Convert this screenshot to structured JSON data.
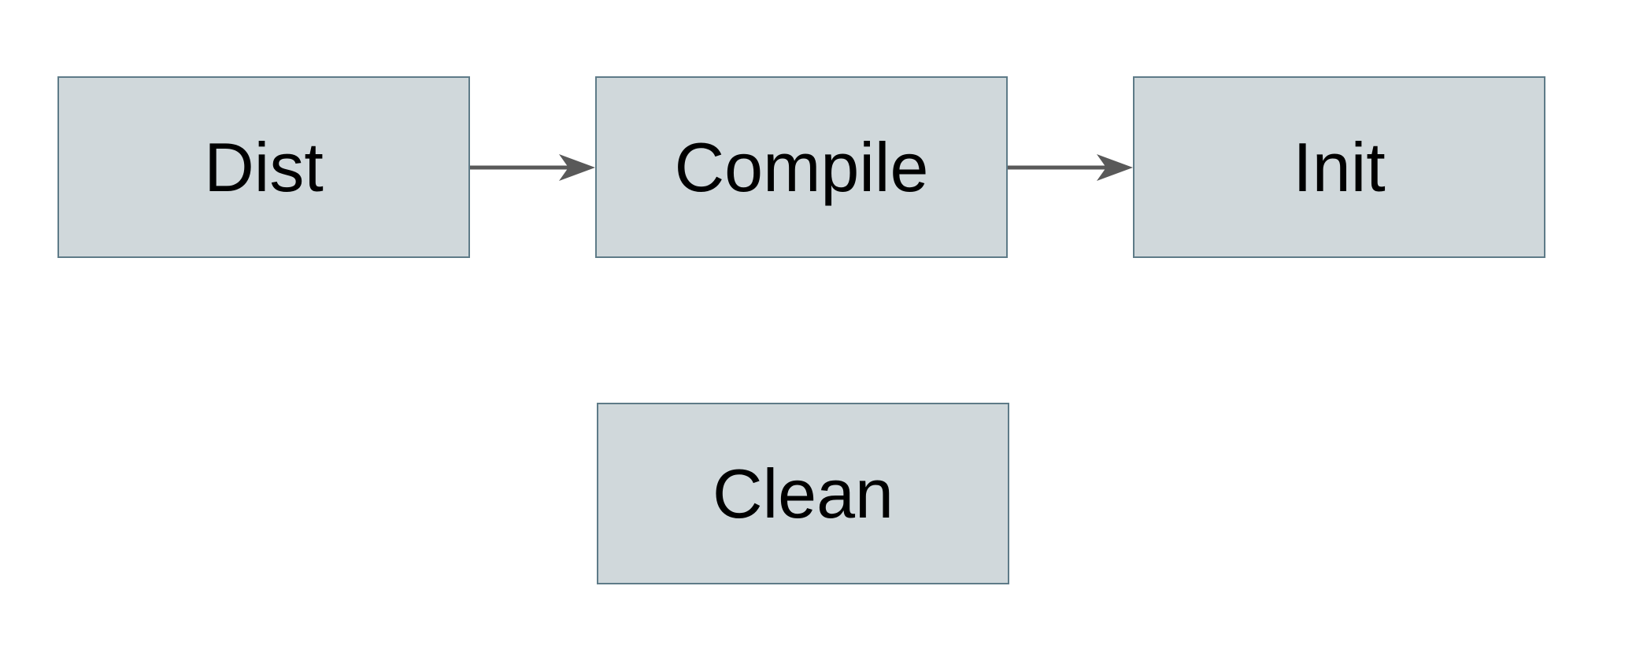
{
  "diagram": {
    "type": "flowchart",
    "background_color": "#ffffff",
    "node_fill_color": "#d0d8db",
    "node_border_color": "#5e7b88",
    "arrow_color": "#595959",
    "text_color": "#000000",
    "nodes": [
      {
        "id": "dist",
        "label": "Dist"
      },
      {
        "id": "compile",
        "label": "Compile"
      },
      {
        "id": "init",
        "label": "Init"
      },
      {
        "id": "clean",
        "label": "Clean"
      }
    ],
    "edges": [
      {
        "from": "Dist",
        "to": "Compile"
      },
      {
        "from": "Compile",
        "to": "Init"
      }
    ]
  }
}
